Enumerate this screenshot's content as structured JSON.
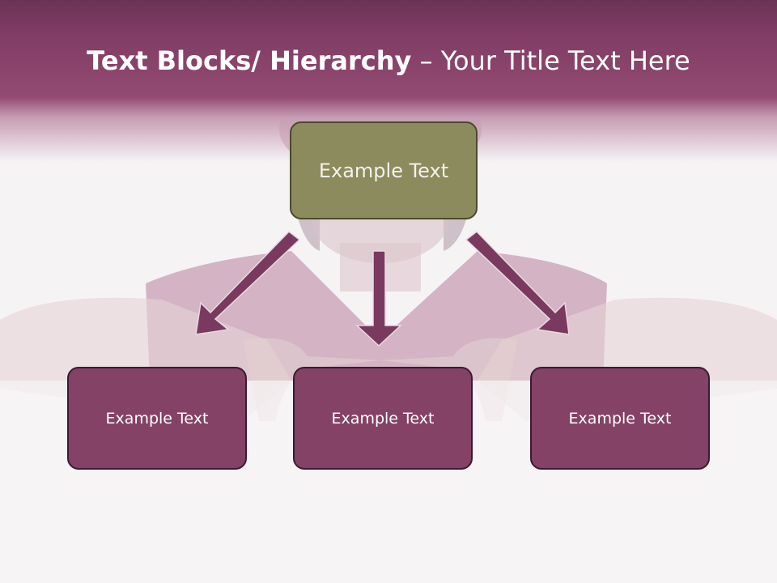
{
  "slide": {
    "title_bold": "Text Blocks/ Hierarchy",
    "title_sep": " – ",
    "title_normal": "Your Title Text Here"
  },
  "diagram": {
    "root": {
      "label": "Example Text"
    },
    "children": [
      {
        "label": "Example Text"
      },
      {
        "label": "Example Text"
      },
      {
        "label": "Example Text"
      }
    ]
  },
  "colors": {
    "header": "#7f3c64",
    "root_fill": "#8b8b5e",
    "child_fill": "#844266",
    "arrow_fill": "#7a3a5f",
    "outline": "#3c1a30"
  }
}
